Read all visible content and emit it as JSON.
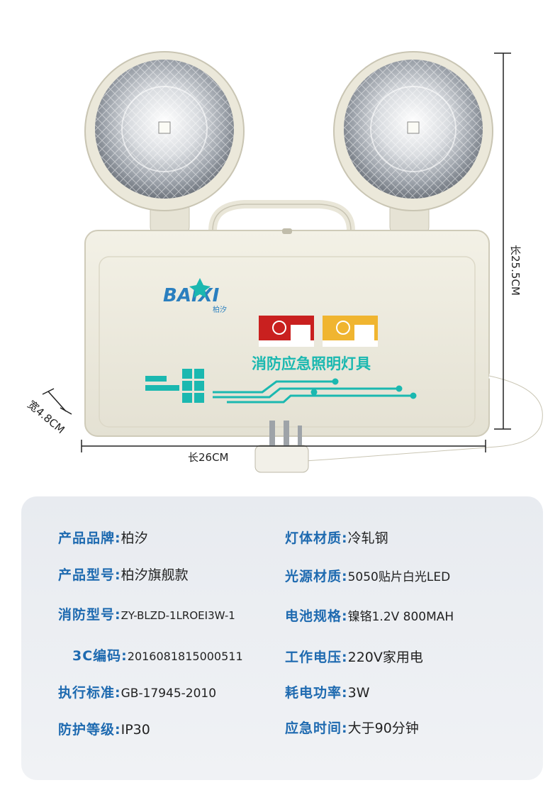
{
  "product": {
    "brand_logo_text": "BAIXI",
    "brand_logo_cn": "柏汐",
    "panel_title": "消防应急照明灯具",
    "dimensions": {
      "height": "长25.5CM",
      "length": "长26CM",
      "width": "宽4.8CM"
    },
    "colors": {
      "housing": "#ece9dc",
      "accent_teal": "#1bb8b0",
      "logo_blue": "#2a7fbf"
    }
  },
  "specs": {
    "left": [
      {
        "label": "产品品牌:",
        "value": "柏汐"
      },
      {
        "label": "产品型号:",
        "value": "柏汐旗舰款"
      },
      {
        "label": "消防型号:",
        "value": "ZY-BLZD-1LROEI3W-1"
      },
      {
        "label": "3C编码:",
        "value": "2016081815000511"
      },
      {
        "label": "执行标准:",
        "value": "GB-17945-2010"
      },
      {
        "label": "防护等级:",
        "value": "IP30"
      }
    ],
    "right": [
      {
        "label": "灯体材质:",
        "value": "冷轧钢"
      },
      {
        "label": "光源材质:",
        "value": "5050贴片白光LED"
      },
      {
        "label": "电池规格:",
        "value": "镍铬1.2V 800MAH"
      },
      {
        "label": "工作电压:",
        "value": "220V家用电"
      },
      {
        "label": "耗电功率:",
        "value": "3W"
      },
      {
        "label": "应急时间:",
        "value": "大于90分钟"
      }
    ]
  }
}
